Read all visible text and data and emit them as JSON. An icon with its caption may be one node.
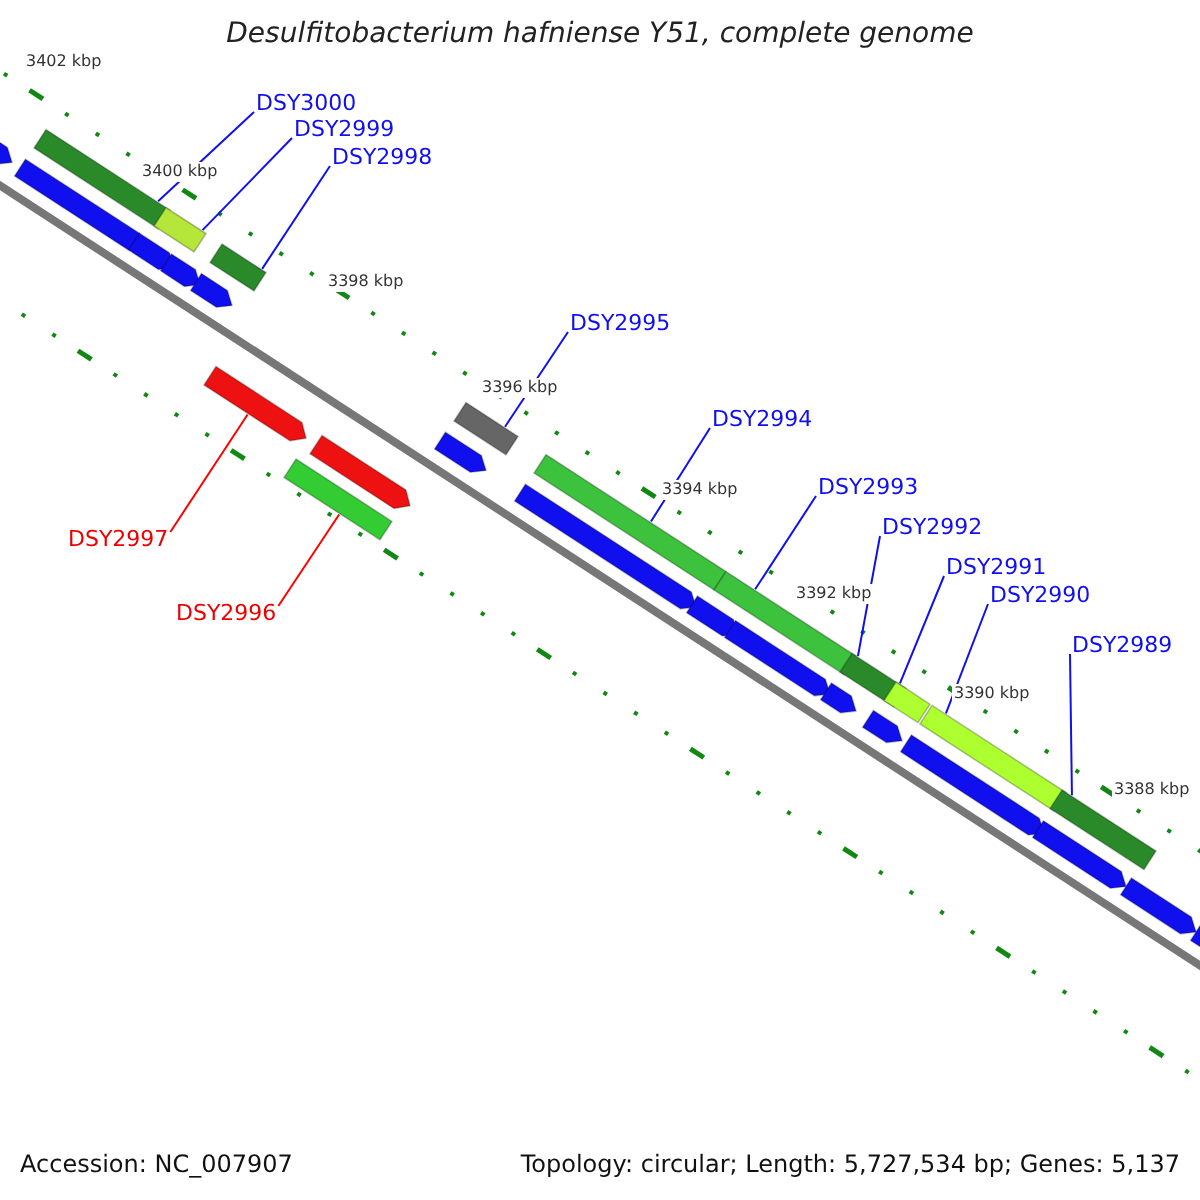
{
  "diagram": {
    "title": "Desulfitobacterium hafniense Y51, complete genome",
    "nodes": [
      {
        "text": [
          "DSY3000"
        ]
      },
      {
        "text": [
          "DSY2999"
        ]
      },
      {
        "text": [
          "DSY2998"
        ]
      },
      {
        "text": [
          "DSY2995"
        ]
      },
      {
        "text": [
          "DSY2994"
        ]
      },
      {
        "text": [
          "DSY2993"
        ]
      },
      {
        "text": [
          "DSY2992"
        ]
      },
      {
        "text": [
          "DSY2991"
        ]
      },
      {
        "text": [
          "DSY2990"
        ]
      },
      {
        "text": [
          "DSY2989"
        ]
      },
      {
        "text": [
          "DSY2997"
        ]
      },
      {
        "text": [
          "DSY2996"
        ]
      },
      {
        "text": [],
        "shape": "bar"
      },
      {
        "text": [],
        "shape": "bar"
      },
      {
        "text": [],
        "shape": "bar"
      },
      {
        "text": [],
        "shape": "bar"
      },
      {
        "text": [],
        "shape": "bar"
      },
      {
        "text": [],
        "shape": "bar"
      },
      {
        "text": [],
        "shape": "bar"
      },
      {
        "text": [],
        "shape": "bar"
      },
      {
        "text": [],
        "shape": "bar"
      },
      {
        "text": [],
        "shape": "bar"
      },
      {
        "text": [],
        "shape": "arrow"
      },
      {
        "text": [],
        "shape": "bar"
      },
      {
        "text": [],
        "shape": "arrow"
      },
      {
        "text": [],
        "shape": "arrow"
      },
      {
        "text": [],
        "shape": "arrow"
      },
      {
        "text": [],
        "shape": "arrow"
      },
      {
        "text": [],
        "shape": "arrow"
      },
      {
        "text": [],
        "shape": "arrow"
      },
      {
        "text": [],
        "shape": "arrow"
      },
      {
        "text": [],
        "shape": "arrow"
      },
      {
        "text": [],
        "shape": "arrow"
      },
      {
        "text": [],
        "shape": "arrow"
      },
      {
        "text": [],
        "shape": "arrow"
      },
      {
        "text": [],
        "shape": "arrow"
      },
      {
        "text": [],
        "shape": "arrow"
      },
      {
        "text": [],
        "shape": "arrow"
      },
      {
        "text": [],
        "shape": "arrow"
      },
      {
        "text": [],
        "shape": "arrow"
      }
    ],
    "edges": [
      {
        "from": 0,
        "to": 12,
        "arrow": "none"
      },
      {
        "from": 1,
        "to": 13,
        "arrow": "none"
      },
      {
        "from": 2,
        "to": 14,
        "arrow": "none"
      },
      {
        "from": 3,
        "to": 15,
        "arrow": "none"
      },
      {
        "from": 4,
        "to": 16,
        "arrow": "none"
      },
      {
        "from": 5,
        "to": 17,
        "arrow": "none"
      },
      {
        "from": 6,
        "to": 18,
        "arrow": "none"
      },
      {
        "from": 7,
        "to": 19,
        "arrow": "none"
      },
      {
        "from": 8,
        "to": 20,
        "arrow": "none"
      },
      {
        "from": 9,
        "to": 21,
        "arrow": "none"
      },
      {
        "from": 10,
        "to": 22,
        "arrow": "none",
        "color": "#ff0000"
      },
      {
        "from": 11,
        "to": 23,
        "arrow": "none",
        "color": "#ff0000"
      }
    ],
    "labels": [
      "3402 kbp",
      "3400 kbp",
      "3398 kbp",
      "3396 kbp",
      "3394 kbp",
      "3392 kbp",
      "3390 kbp",
      "3388 kbp",
      "Accession: NC_007907",
      "Topology: circular; Length: 5,727,534 bp; Genes: 5,137"
    ]
  }
}
